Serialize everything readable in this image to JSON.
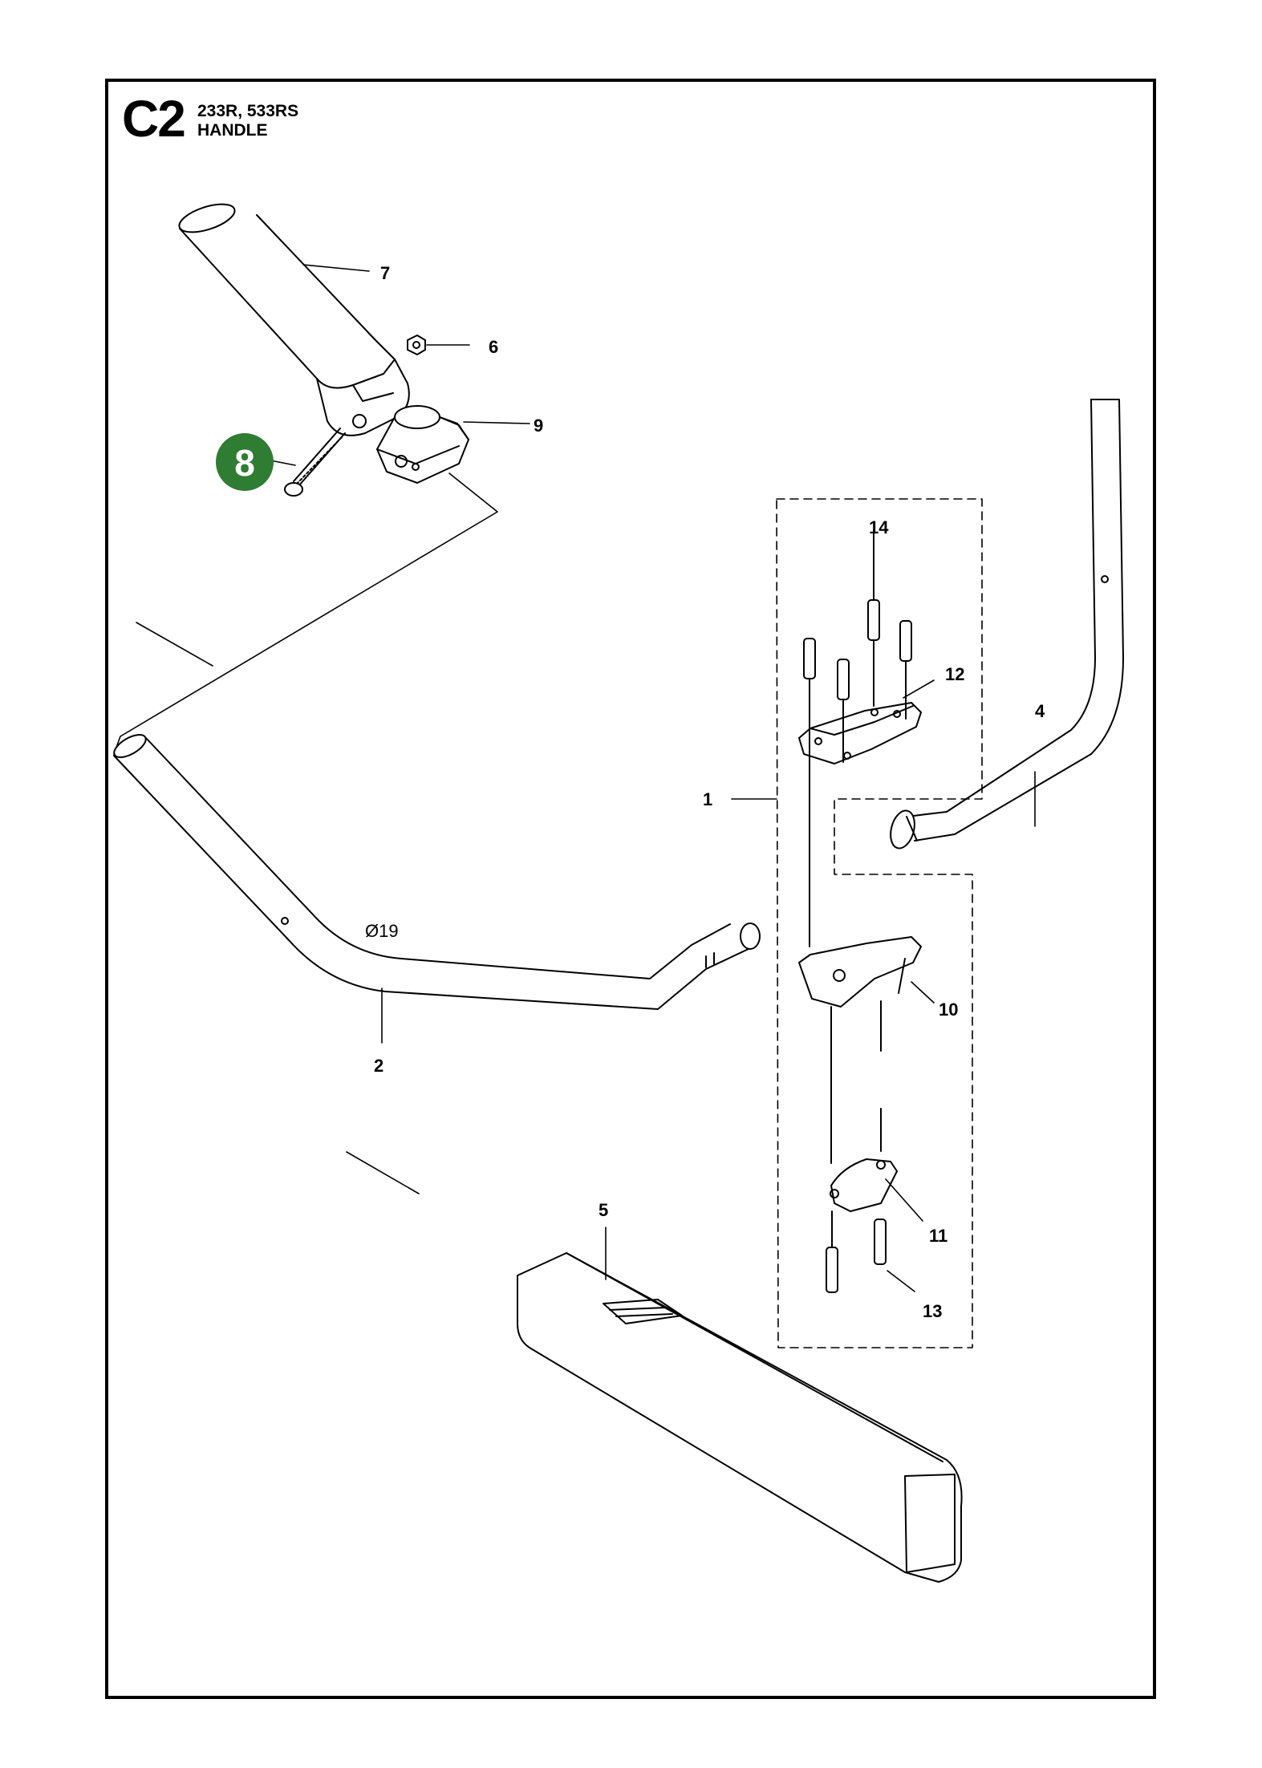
{
  "header": {
    "code": "C2",
    "models": "233R, 533RS",
    "title": "HANDLE"
  },
  "highlight": {
    "number": "8",
    "color": "#2e7d32"
  },
  "callouts": {
    "p1": "1",
    "p2": "2",
    "p4": "4",
    "p5": "5",
    "p6": "6",
    "p7": "7",
    "p9": "9",
    "p10": "10",
    "p11": "11",
    "p12": "12",
    "p13": "13",
    "p14": "14"
  },
  "dimension": {
    "diameter": "Ø19"
  }
}
